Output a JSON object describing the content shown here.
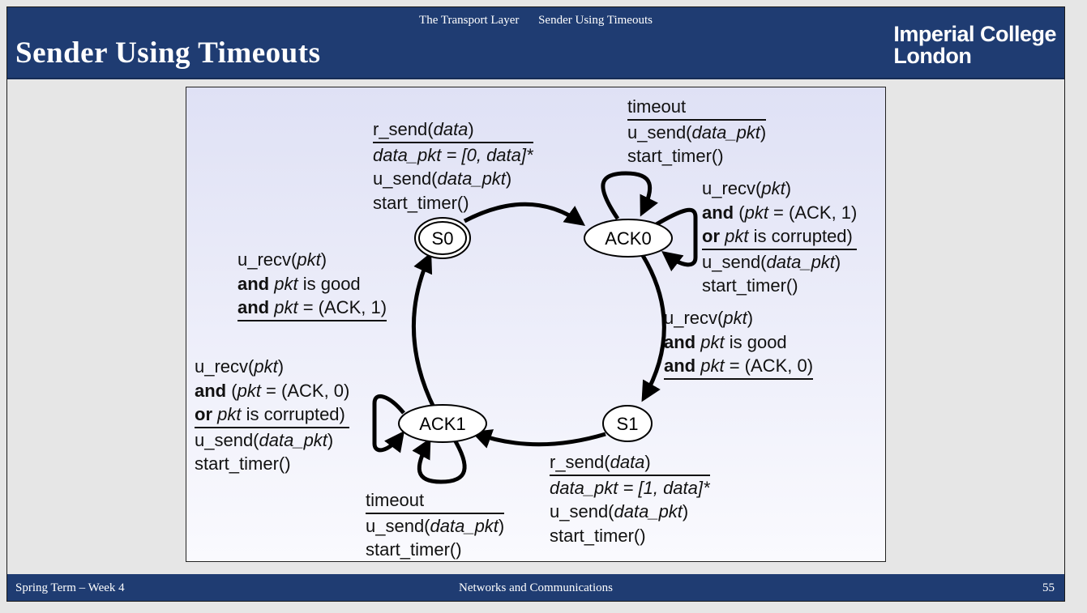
{
  "header": {
    "section": "The Transport Layer",
    "subsection": "Sender Using Timeouts",
    "title": "Sender Using Timeouts",
    "logo_line1": "Imperial College",
    "logo_line2": "London"
  },
  "diagram": {
    "states": [
      "S0",
      "ACK0",
      "S1",
      "ACK1"
    ],
    "t_s0_ack0": {
      "event": "r_send(data)",
      "act1": "data_pkt = [0, data]*",
      "act2": "u_send(data_pkt)",
      "act3": "start_timer()"
    },
    "t_ack0_timeout": {
      "event": "timeout",
      "act1": "u_send(data_pkt)",
      "act2": "start_timer()"
    },
    "t_ack0_self": {
      "c1": "u_recv(pkt)",
      "c2": "and (pkt = (ACK, 1)",
      "c3": "or pkt is corrupted)",
      "act1": "u_send(data_pkt)",
      "act2": "start_timer()"
    },
    "t_ack0_s1": {
      "c1": "u_recv(pkt)",
      "c2": "and pkt is good",
      "c3": "and pkt = (ACK, 0)"
    },
    "t_s1_ack1": {
      "event": "r_send(data)",
      "act1": "data_pkt = [1, data]*",
      "act2": "u_send(data_pkt)",
      "act3": "start_timer()"
    },
    "t_ack1_timeout": {
      "event": "timeout",
      "act1": "u_send(data_pkt)",
      "act2": "start_timer()"
    },
    "t_ack1_self": {
      "c1": "u_recv(pkt)",
      "c2": "and (pkt = (ACK, 0)",
      "c3": "or pkt is corrupted)",
      "act1": "u_send(data_pkt)",
      "act2": "start_timer()"
    },
    "t_ack1_s0": {
      "c1": "u_recv(pkt)",
      "c2": "and pkt is good",
      "c3": "and pkt = (ACK, 1)"
    }
  },
  "footer": {
    "left": "Spring Term – Week 4",
    "center": "Networks and Communications",
    "page": "55"
  },
  "colors": {
    "header_bg": "#1f3c72",
    "text": "#111111"
  }
}
